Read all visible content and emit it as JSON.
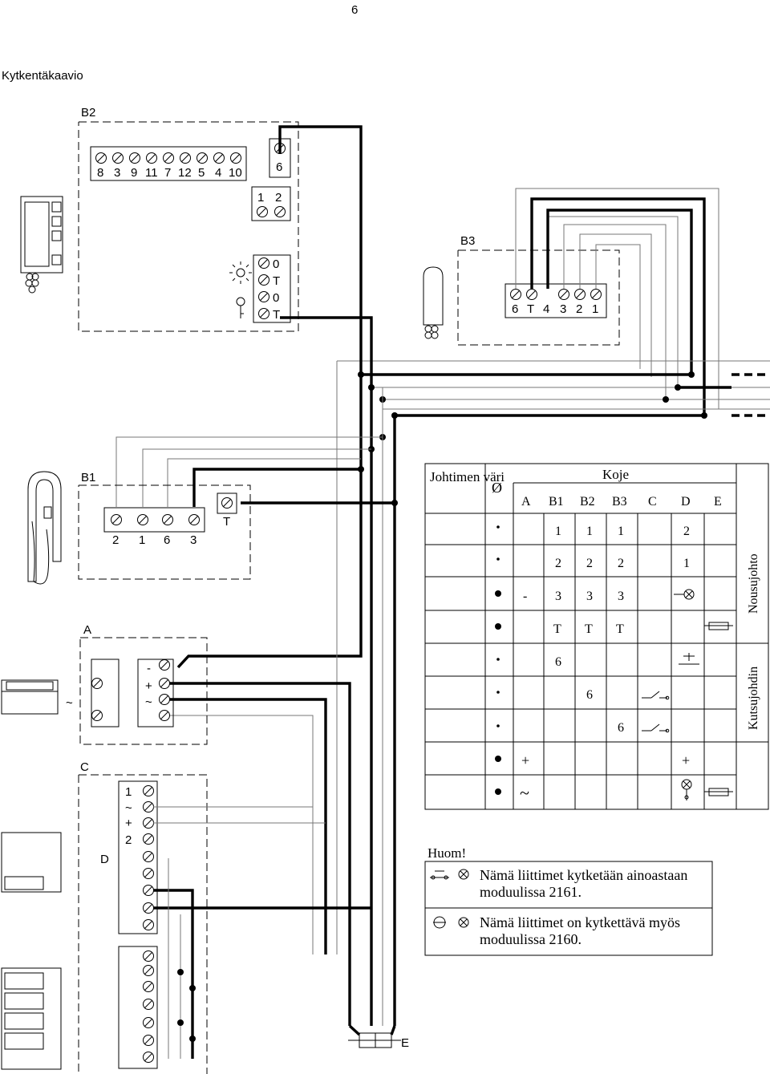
{
  "page_number": "6",
  "title": "Kytkentäkaavio",
  "units": {
    "B2": {
      "label": "B2",
      "terminals_row1": [
        "8",
        "3",
        "9",
        "11",
        "7",
        "12",
        "5",
        "4",
        "10"
      ],
      "terminal_single": "6",
      "terminals_pair": [
        "1",
        "2"
      ],
      "terminals_lock": [
        "0",
        "T",
        "0",
        "T"
      ]
    },
    "B3": {
      "label": "B3",
      "terminals": [
        "6",
        "T",
        "4",
        "3",
        "2",
        "1"
      ]
    },
    "B1": {
      "label": "B1",
      "terminals": [
        "2",
        "1",
        "6",
        "3"
      ],
      "terminal_t": "T"
    },
    "A": {
      "label": "A",
      "ac_symbol": "~",
      "terminals": [
        "-",
        "+",
        "~"
      ]
    },
    "C": {
      "label": "C"
    },
    "D": {
      "label": "D",
      "terminals": [
        "1",
        "~",
        "+",
        "2"
      ]
    },
    "E": {
      "label": "E"
    }
  },
  "table": {
    "col_wire_color": "Johtimen väri",
    "col_diameter": "Ø",
    "koje": "Koje",
    "devices": [
      "A",
      "B1",
      "B2",
      "B3",
      "C",
      "D",
      "E"
    ],
    "rows": [
      [
        "1",
        "1",
        "1",
        "2"
      ],
      [
        "2",
        "2",
        "2",
        "1"
      ],
      [
        "-",
        "3",
        "3",
        "3"
      ],
      [
        "T",
        "T",
        "T"
      ],
      [
        "6"
      ],
      [
        "6"
      ],
      [
        "6"
      ],
      [
        "+",
        "+"
      ],
      [
        "~"
      ]
    ],
    "side_riser": "Nousujohto",
    "side_call": "Kutsujohdin"
  },
  "note": {
    "title": "Huom!",
    "line1a": "Nämä liittimet kytketään ainoastaan",
    "line1b": "moduulissa 2161.",
    "line2a": "Nämä liittimet on kytkettävä myös",
    "line2b": "moduulissa 2160."
  }
}
